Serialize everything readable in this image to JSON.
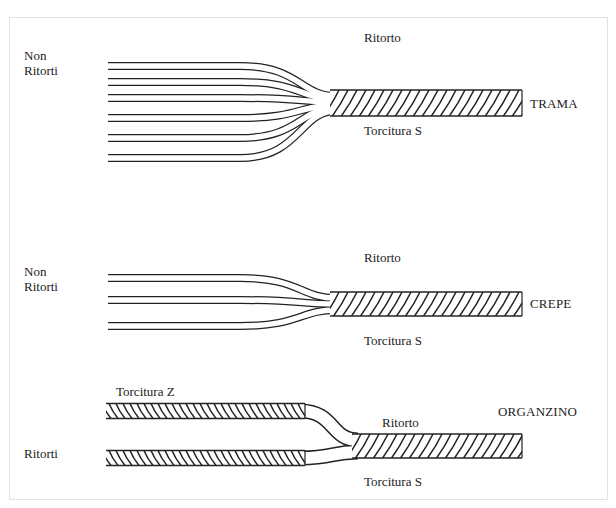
{
  "diagram": {
    "labels": [
      "Non Ritorti",
      "Ritorto",
      "TRAMA",
      "Torcitura S",
      "Ritorto",
      "Non Ritorti",
      "CREPE",
      "Torcitura S",
      "Torcitura Z",
      "Ritorto",
      "ORGANZINO",
      "Ritorti",
      "Torcitura S"
    ]
  }
}
